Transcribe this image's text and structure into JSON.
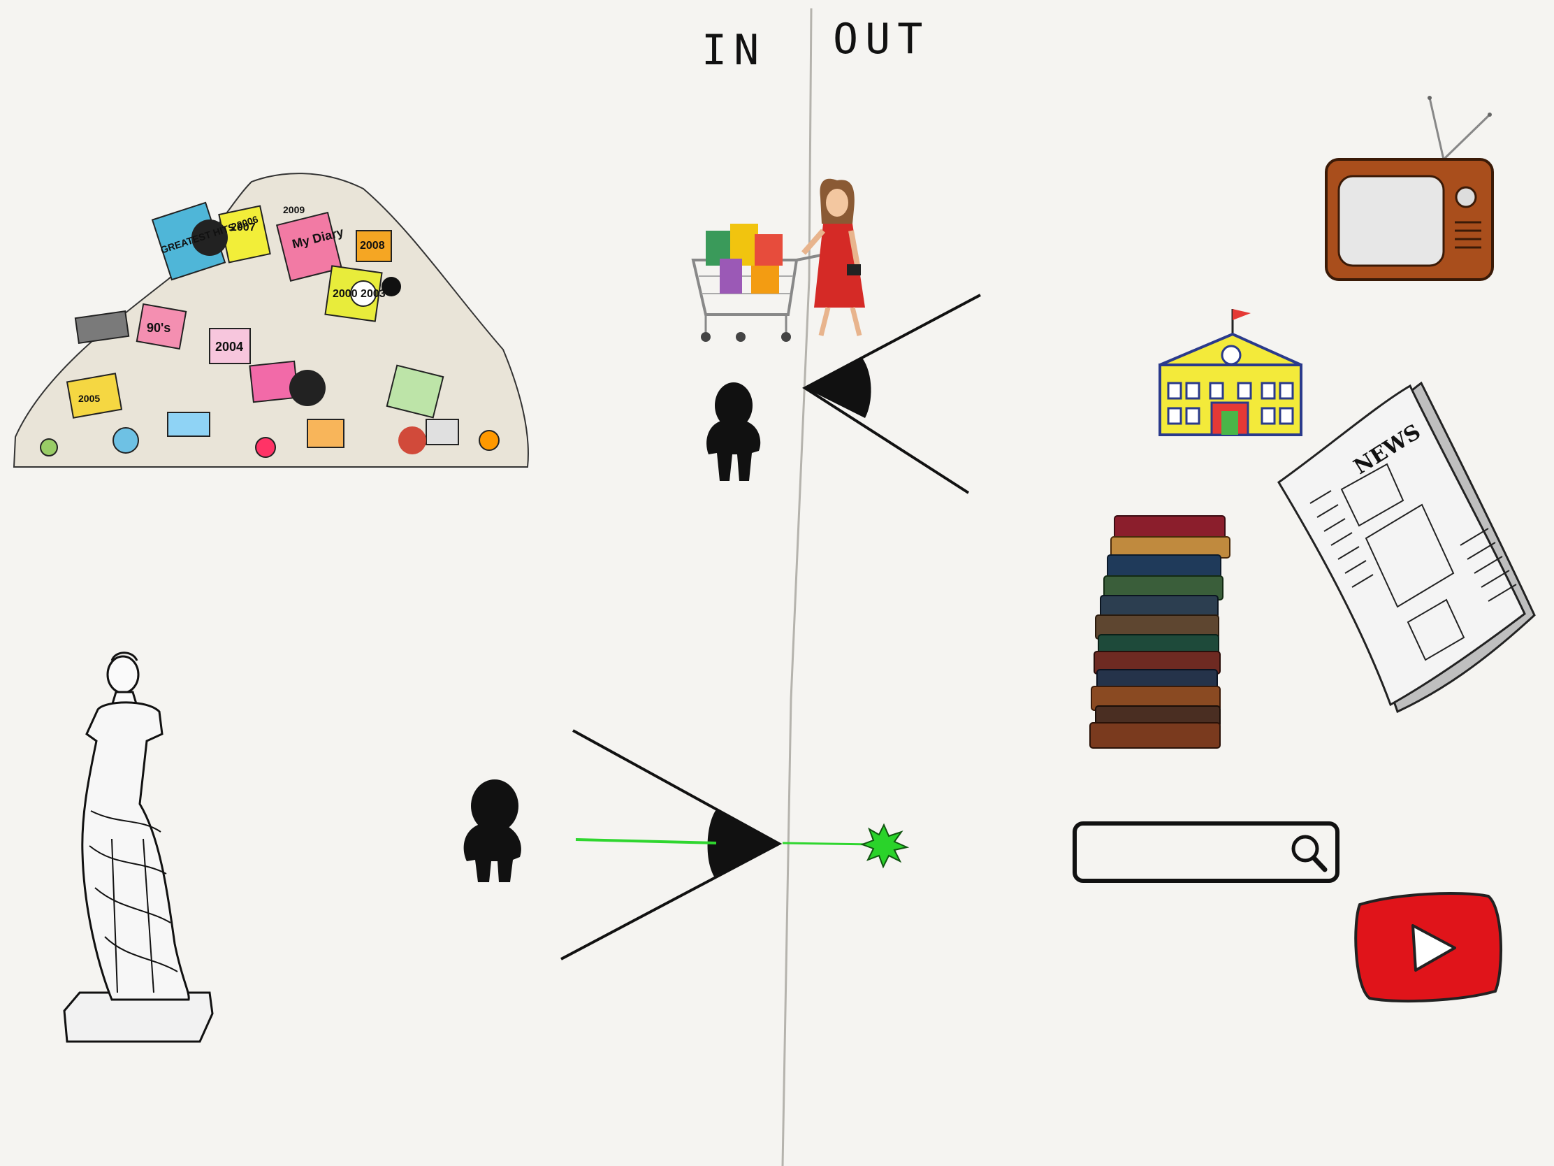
{
  "labels": {
    "in": "IN",
    "out": "OUT",
    "news": "NEWS"
  },
  "pile_tags": [
    "GREATEST HITS 2006",
    "2007",
    "My Diary",
    "2008",
    "2000 2003",
    "90's",
    "2004",
    "2005",
    "2009"
  ],
  "colors": {
    "background": "#f5f4f1",
    "divider": "#b5b3ad",
    "ink": "#111111",
    "laser": "#2fd62f",
    "youtube_red": "#e0141a",
    "tv_wood": "#a94e1c",
    "school_yellow": "#f3ea3a",
    "dress_red": "#d52a26"
  },
  "icons": [
    "trash-pile-icon",
    "shopper-icon",
    "tv-icon",
    "school-icon",
    "newspaper-icon",
    "books-icon",
    "statue-icon",
    "search-icon",
    "youtube-icon",
    "person-icon",
    "eye-icon",
    "laser-icon"
  ]
}
